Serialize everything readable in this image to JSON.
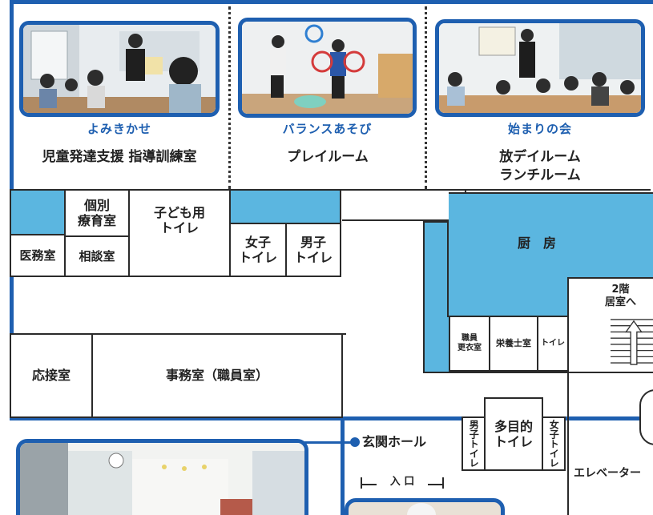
{
  "activities": [
    {
      "caption": "よみきかせ",
      "room": "児童発達支援 指導訓練室"
    },
    {
      "caption": "バランスあそび",
      "room": "プレイルーム"
    },
    {
      "caption": "始まりの会",
      "room_line1": "放デイルーム",
      "room_line2": "ランチルーム"
    }
  ],
  "rooms": {
    "kobetsu_line1": "個別",
    "kobetsu_line2": "療育室",
    "kodomo_line1": "子ども用",
    "kodomo_line2": "トイレ",
    "women_line1": "女子",
    "women_line2": "トイレ",
    "men_line1": "男子",
    "men_line2": "トイレ",
    "imushitsu": "医務室",
    "soudan": "相談室",
    "chubo": "厨　房",
    "kaidan_line1": "2階",
    "kaidan_line2": "居室へ",
    "shokuin_line1": "職員",
    "shokuin_line2": "更衣室",
    "eiyoushi": "栄養士室",
    "toilet_small": "トイレ",
    "ousetsu": "応接室",
    "jimu": "事務室（職員室）",
    "genkan": "玄関ホール",
    "men_v": "男子トイレ",
    "tamokuteki_line1": "多目的",
    "tamokuteki_line2": "トイレ",
    "women_v": "女子トイレ",
    "elevator": "エレベーター",
    "entrance": "入 口"
  },
  "colors": {
    "blue_accent": "#1e5fb0",
    "room_blue": "#5bb6e0",
    "wall": "#2a2a2a"
  }
}
